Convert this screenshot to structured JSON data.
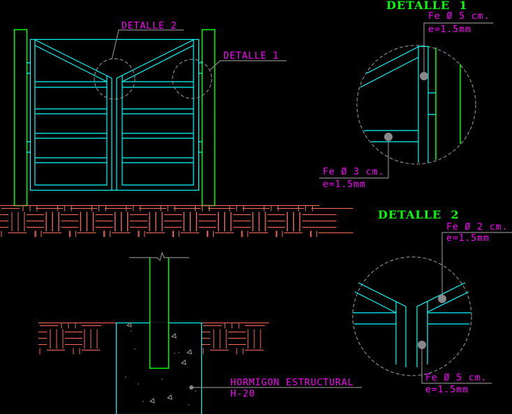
{
  "elevation": {
    "detail2_callout": "DETALLE 2",
    "detail1_callout": "DETALLE 1"
  },
  "footing": {
    "material_line1": "HORMIGON ESTRUCTURAL",
    "material_line2": "H-20"
  },
  "detail1": {
    "title": "DETALLE  1",
    "top_label": {
      "spec": "Fe Ø 5 cm.",
      "thickness": "e=1.5mm"
    },
    "bottom_label": {
      "spec": "Fe Ø 3 cm.",
      "thickness": "e=1.5mm"
    }
  },
  "detail2": {
    "title": "DETALLE  2",
    "top_label": {
      "spec": "Fe Ø 2 cm.",
      "thickness": "e=1.5mm"
    },
    "bottom_label": {
      "spec": "Fe Ø 5 cm.",
      "thickness": "e=1.5mm"
    }
  },
  "colors": {
    "frame": "#00ffff",
    "post": "#00ff00",
    "text": "#ff00ff",
    "brick": "#ff6a5f",
    "leader": "#888888"
  }
}
